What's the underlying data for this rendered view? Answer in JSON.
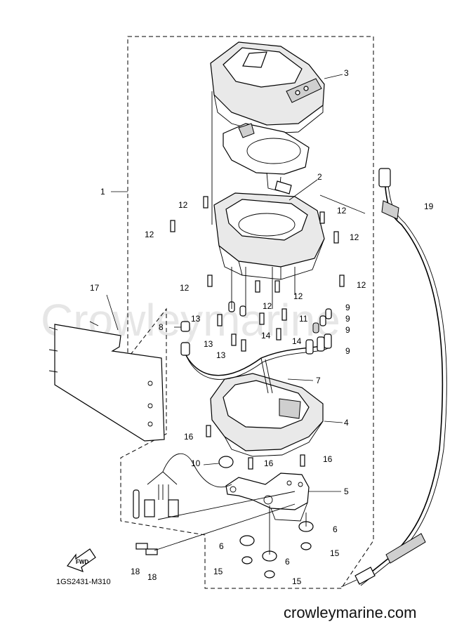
{
  "watermark": "Crowleymarine",
  "site": "crowleymarine.com",
  "diagram_code": "1GS2431-M310",
  "fwd_label": "FWD",
  "callouts": [
    {
      "id": "c1",
      "text": "1"
    },
    {
      "id": "c2",
      "text": "2"
    },
    {
      "id": "c3",
      "text": "3"
    },
    {
      "id": "c4",
      "text": "4"
    },
    {
      "id": "c5",
      "text": "5"
    },
    {
      "id": "c6a",
      "text": "6"
    },
    {
      "id": "c6b",
      "text": "6"
    },
    {
      "id": "c6c",
      "text": "6"
    },
    {
      "id": "c7",
      "text": "7"
    },
    {
      "id": "c8",
      "text": "8"
    },
    {
      "id": "c9a",
      "text": "9"
    },
    {
      "id": "c9b",
      "text": "9"
    },
    {
      "id": "c9c",
      "text": "9"
    },
    {
      "id": "c9d",
      "text": "9"
    },
    {
      "id": "c10",
      "text": "10"
    },
    {
      "id": "c11",
      "text": "11"
    },
    {
      "id": "c12a",
      "text": "12"
    },
    {
      "id": "c12b",
      "text": "12"
    },
    {
      "id": "c12c",
      "text": "12"
    },
    {
      "id": "c12d",
      "text": "12"
    },
    {
      "id": "c12e",
      "text": "12"
    },
    {
      "id": "c12f",
      "text": "12"
    },
    {
      "id": "c12g",
      "text": "12"
    },
    {
      "id": "c12h",
      "text": "12"
    },
    {
      "id": "c13a",
      "text": "13"
    },
    {
      "id": "c13b",
      "text": "13"
    },
    {
      "id": "c13c",
      "text": "13"
    },
    {
      "id": "c14a",
      "text": "14"
    },
    {
      "id": "c14b",
      "text": "14"
    },
    {
      "id": "c15a",
      "text": "15"
    },
    {
      "id": "c15b",
      "text": "15"
    },
    {
      "id": "c15c",
      "text": "15"
    },
    {
      "id": "c16a",
      "text": "16"
    },
    {
      "id": "c16b",
      "text": "16"
    },
    {
      "id": "c16c",
      "text": "16"
    },
    {
      "id": "c17",
      "text": "17"
    },
    {
      "id": "c18a",
      "text": "18"
    },
    {
      "id": "c18b",
      "text": "18"
    },
    {
      "id": "c19",
      "text": "19"
    }
  ]
}
